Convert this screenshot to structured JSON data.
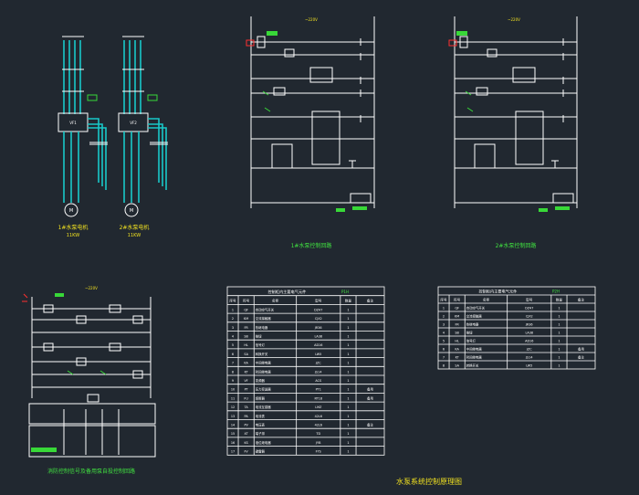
{
  "diagram": {
    "main_circuit": {
      "motor_labels": [
        {
          "line1": "1#水泵电机",
          "line2": "11KW"
        },
        {
          "line1": "2#水泵电机",
          "line2": "11KW"
        }
      ],
      "inverter_labels": [
        "VF1",
        "VF2"
      ]
    },
    "control_circuits": [
      {
        "title": "1#水泵控制回路",
        "voltage": "~220V"
      },
      {
        "title": "2#水泵控制回路",
        "voltage": "~220V"
      }
    ],
    "signal_circuit": {
      "title": "消防控制信号及备用泵自投控制回路",
      "voltage": "~220V"
    },
    "tables": [
      {
        "title": "控制柜内主要电气元件",
        "code": "P1H",
        "headers": [
          "序号",
          "符号",
          "名称",
          "型号",
          "数量",
          "备注"
        ],
        "rows": [
          [
            "1",
            "QF",
            "自动空气开关",
            "DZ47",
            "1",
            ""
          ],
          [
            "2",
            "KM",
            "交流接触器",
            "CJX2",
            "1",
            ""
          ],
          [
            "3",
            "FR",
            "热继电器",
            "JR36",
            "1",
            ""
          ],
          [
            "4",
            "SB",
            "按钮",
            "LA38",
            "1",
            ""
          ],
          [
            "5",
            "HL",
            "信号灯",
            "AD16",
            "1",
            ""
          ],
          [
            "6",
            "SA",
            "转换开关",
            "LW5",
            "1",
            ""
          ],
          [
            "7",
            "KA",
            "中间继电器",
            "JZC",
            "1",
            ""
          ],
          [
            "8",
            "KT",
            "时间继电器",
            "JS14",
            "1",
            ""
          ],
          [
            "9",
            "VF",
            "变频器",
            "ACS",
            "1",
            ""
          ],
          [
            "10",
            "PT",
            "压力变送器",
            "PT1",
            "1",
            "备用"
          ],
          [
            "11",
            "FU",
            "熔断器",
            "RT18",
            "1",
            "备用"
          ],
          [
            "12",
            "TA",
            "电流互感器",
            "LMZ",
            "1",
            ""
          ],
          [
            "13",
            "PA",
            "电流表",
            "42L6",
            "1",
            ""
          ],
          [
            "14",
            "PV",
            "电压表",
            "42L6",
            "1",
            "备注"
          ],
          [
            "15",
            "XT",
            "端子排",
            "TD",
            "1",
            ""
          ],
          [
            "16",
            "KS",
            "液位继电器",
            "JYB",
            "1",
            ""
          ],
          [
            "17",
            "FV",
            "避雷器",
            "FYS",
            "1",
            ""
          ]
        ]
      },
      {
        "title": "控制柜内主要电气元件",
        "code": "P2H",
        "headers": [
          "序号",
          "符号",
          "名称",
          "型号",
          "数量",
          "备注"
        ],
        "rows": [
          [
            "1",
            "QF",
            "自动空气开关",
            "DZ47",
            "1",
            ""
          ],
          [
            "2",
            "KM",
            "交流接触器",
            "CJX2",
            "1",
            ""
          ],
          [
            "3",
            "FR",
            "热继电器",
            "JR36",
            "1",
            ""
          ],
          [
            "4",
            "SB",
            "按钮",
            "LA38",
            "1",
            ""
          ],
          [
            "5",
            "HL",
            "信号灯",
            "AD16",
            "1",
            ""
          ],
          [
            "6",
            "KA",
            "中间继电器",
            "JZC",
            "1",
            "备用"
          ],
          [
            "7",
            "KT",
            "时间继电器",
            "JS14",
            "1",
            "备注"
          ],
          [
            "8",
            "SA",
            "转换开关",
            "LW5",
            "1",
            ""
          ]
        ]
      }
    ],
    "drawing_title": "水泵系统控制原理图"
  }
}
